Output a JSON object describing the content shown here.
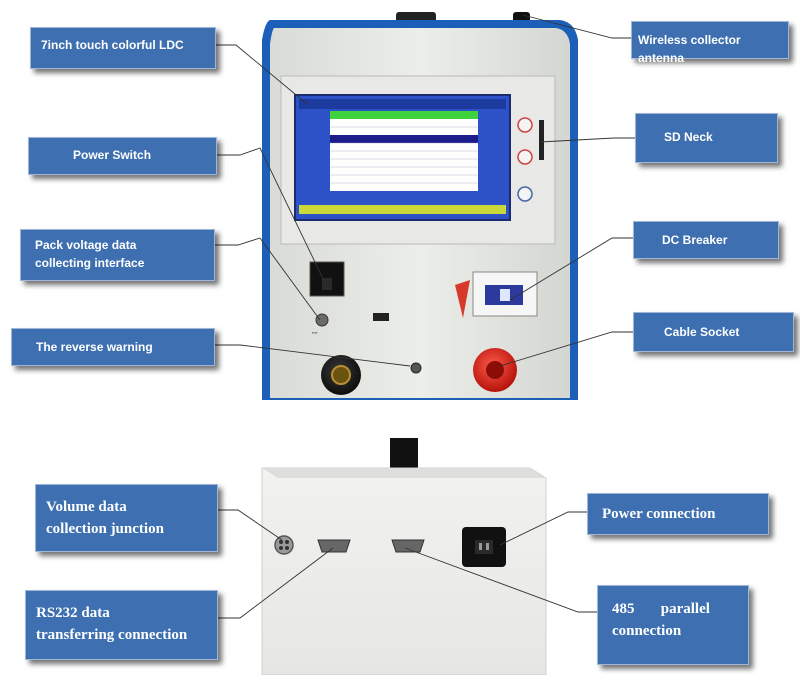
{
  "top_view": {
    "callouts": {
      "touch_screen": "7inch touch colorful LDC",
      "wireless_antenna": "Wireless collector antenna",
      "power_switch": "Power Switch",
      "sd_neck": "SD Neck",
      "pack_voltage_line1": "Pack voltage data",
      "pack_voltage_line2": "collecting interface",
      "dc_breaker": "DC Breaker",
      "reverse_warning": "The reverse warning",
      "cable_socket": "Cable Socket"
    }
  },
  "bottom_view": {
    "callouts": {
      "volume_line1": "Volume data",
      "volume_line2": "collection  junction",
      "power_connection": "Power connection",
      "rs232_line1": "RS232 data",
      "rs232_line2": "transferring connection",
      "parallel_line1": "485       parallel",
      "parallel_line2": "connection"
    }
  },
  "colors": {
    "callout_fill": "#3d6fb1",
    "device_frame": "#1c5fb8",
    "screen_bg": "#2d52c7"
  }
}
